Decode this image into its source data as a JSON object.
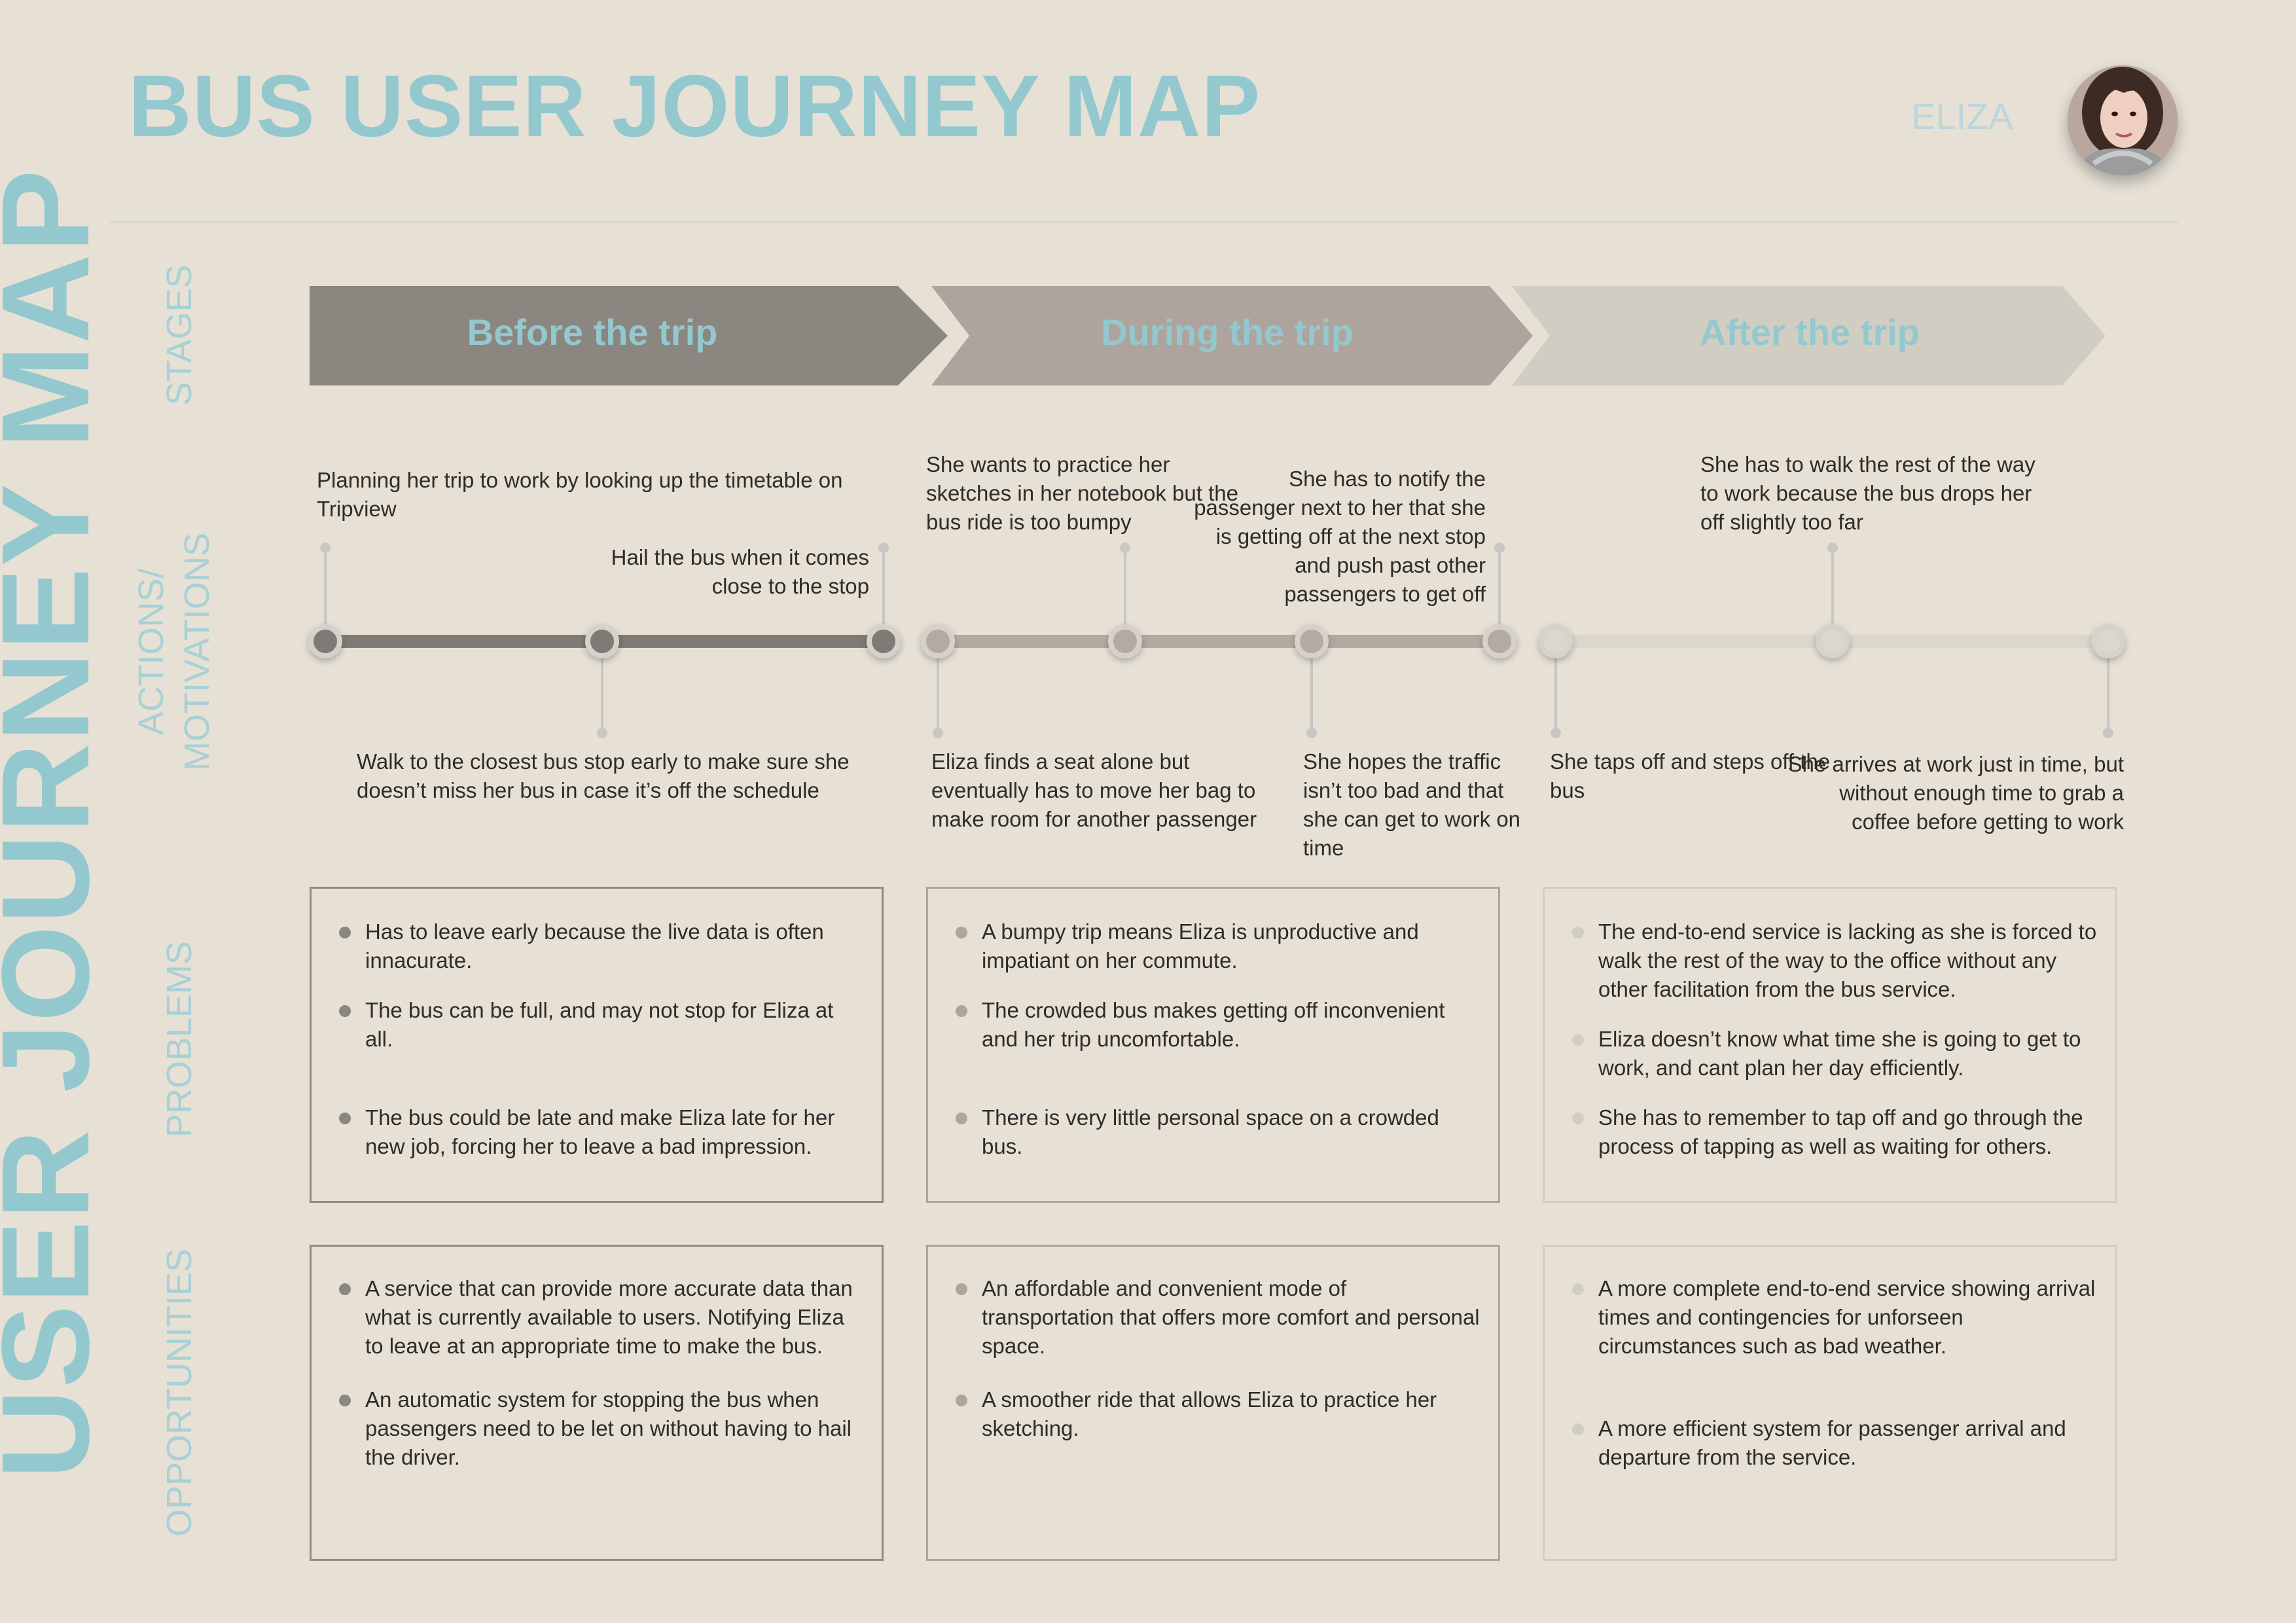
{
  "header": {
    "title": "BUS USER JOURNEY MAP",
    "persona_name": "ELIZA"
  },
  "side_title": "USER JOURNEY MAP",
  "row_labels": {
    "stages": "STAGES",
    "actions": "ACTIONS/ MOTIVATIONS",
    "problems": "PROBLEMS",
    "opportunities": "OPPORTUNITIES"
  },
  "stages": [
    {
      "label": "Before the trip",
      "color": "#8b8680"
    },
    {
      "label": "During the trip",
      "color": "#aea49d"
    },
    {
      "label": "After the trip",
      "color": "#d2cdc2"
    }
  ],
  "actions": {
    "before_top_1": "Planning her trip to work by looking up the timetable on Tripview",
    "before_top_2": "Hail the bus when it comes close to the stop",
    "before_bottom_1": "Walk to the closest bus stop early to make sure she doesn’t miss her bus in case it’s off the schedule",
    "during_top_1": "She wants to practice her sketches in her notebook but the bus ride is too bumpy",
    "during_top_2": "She has to notify the passenger next to her that she is getting off at the next stop and push past other passengers to get off",
    "during_bottom_1": "Eliza finds a seat alone but eventually has to move her bag to make room for another passenger",
    "during_bottom_2": "She hopes the traffic isn’t too bad and that she can get to work on time",
    "after_top_1": "She has to walk the rest of the way to work because the bus drops her off slightly too far",
    "after_bottom_1": "She taps off and steps off the bus",
    "after_bottom_2": "She arrives at work just in time, but without enough time to grab a coffee before getting to work"
  },
  "problems": {
    "before": [
      "Has to leave early because the live data is often innacurate.",
      "The bus can be full, and may not stop for Eliza at all.",
      "The bus could be late and make Eliza late for her new job, forcing her to leave a bad impression."
    ],
    "during": [
      "A bumpy trip means Eliza is unproductive and impatiant on her commute.",
      "The crowded bus makes getting off inconvenient and her trip uncomfortable.",
      "There is very little personal space on a crowded bus."
    ],
    "after": [
      "The end-to-end service is lacking as she is forced to walk the rest of the way to the office without any other facilitation from the bus service.",
      "Eliza doesn’t know what time she is going to get to work, and cant plan her day efficiently.",
      "She has to remember to tap off and go through the process of tapping as well as waiting for others."
    ]
  },
  "opportunities": {
    "before": [
      "A service that can provide more accurate data than what is currently available to users. Notifying Eliza to leave at an appropriate time to make the bus.",
      "An automatic system for stopping the bus when passengers need to be let on without having to hail the driver."
    ],
    "during": [
      "An affordable and convenient mode of transportation that offers more comfort and personal space.",
      "A smoother ride that allows Eliza to practice her sketching."
    ],
    "after": [
      "A more complete end-to-end service showing arrival times and contingencies for unforseen circumstances such as bad weather.",
      "A more efficient system for passenger arrival and departure from the service."
    ]
  },
  "colors": {
    "accent": "#93c8cf",
    "background": "#e6e0d5",
    "before": "#8b8680",
    "during": "#aea49d",
    "after": "#d2cdc2",
    "node_before": "#7f7a74",
    "node_during": "#b3aaa2",
    "node_after": "#dcd7cd"
  }
}
